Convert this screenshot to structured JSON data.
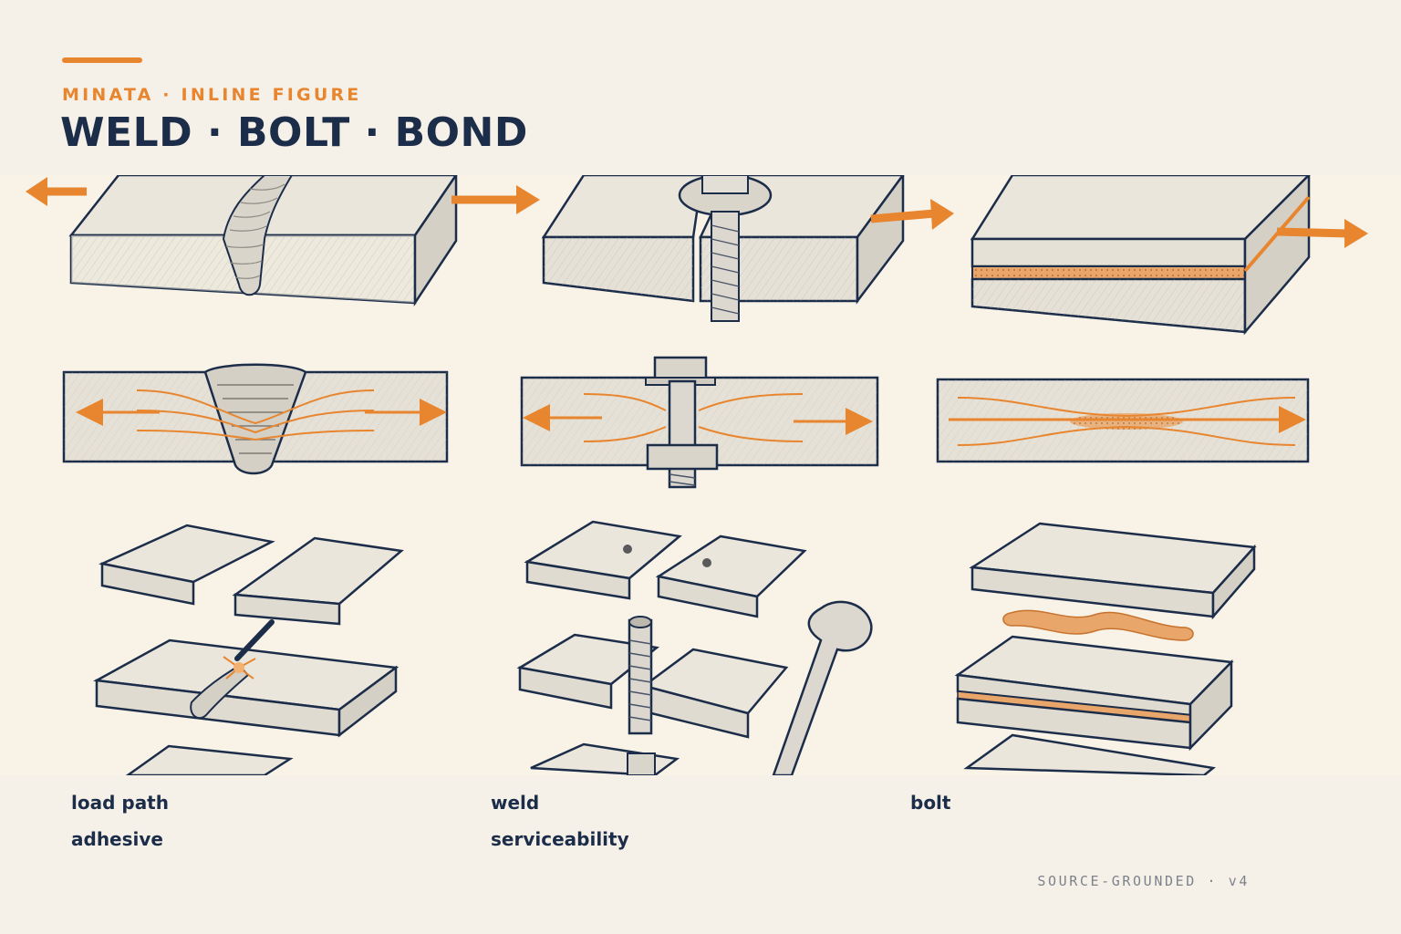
{
  "header": {
    "eyebrow": "MINATA · INLINE FIGURE",
    "title": "WELD · BOLT · BOND"
  },
  "colors": {
    "accent": "#e8852f",
    "ink": "#1c2d4a",
    "paper": "#f6f1e8",
    "metal": "#e6e1d6",
    "adhesive": "#e9a66a"
  },
  "legend": {
    "items": [
      "load path",
      "weld",
      "bolt",
      "adhesive",
      "serviceability"
    ]
  },
  "footer": {
    "tag": "SOURCE-GROUNDED · v4"
  }
}
